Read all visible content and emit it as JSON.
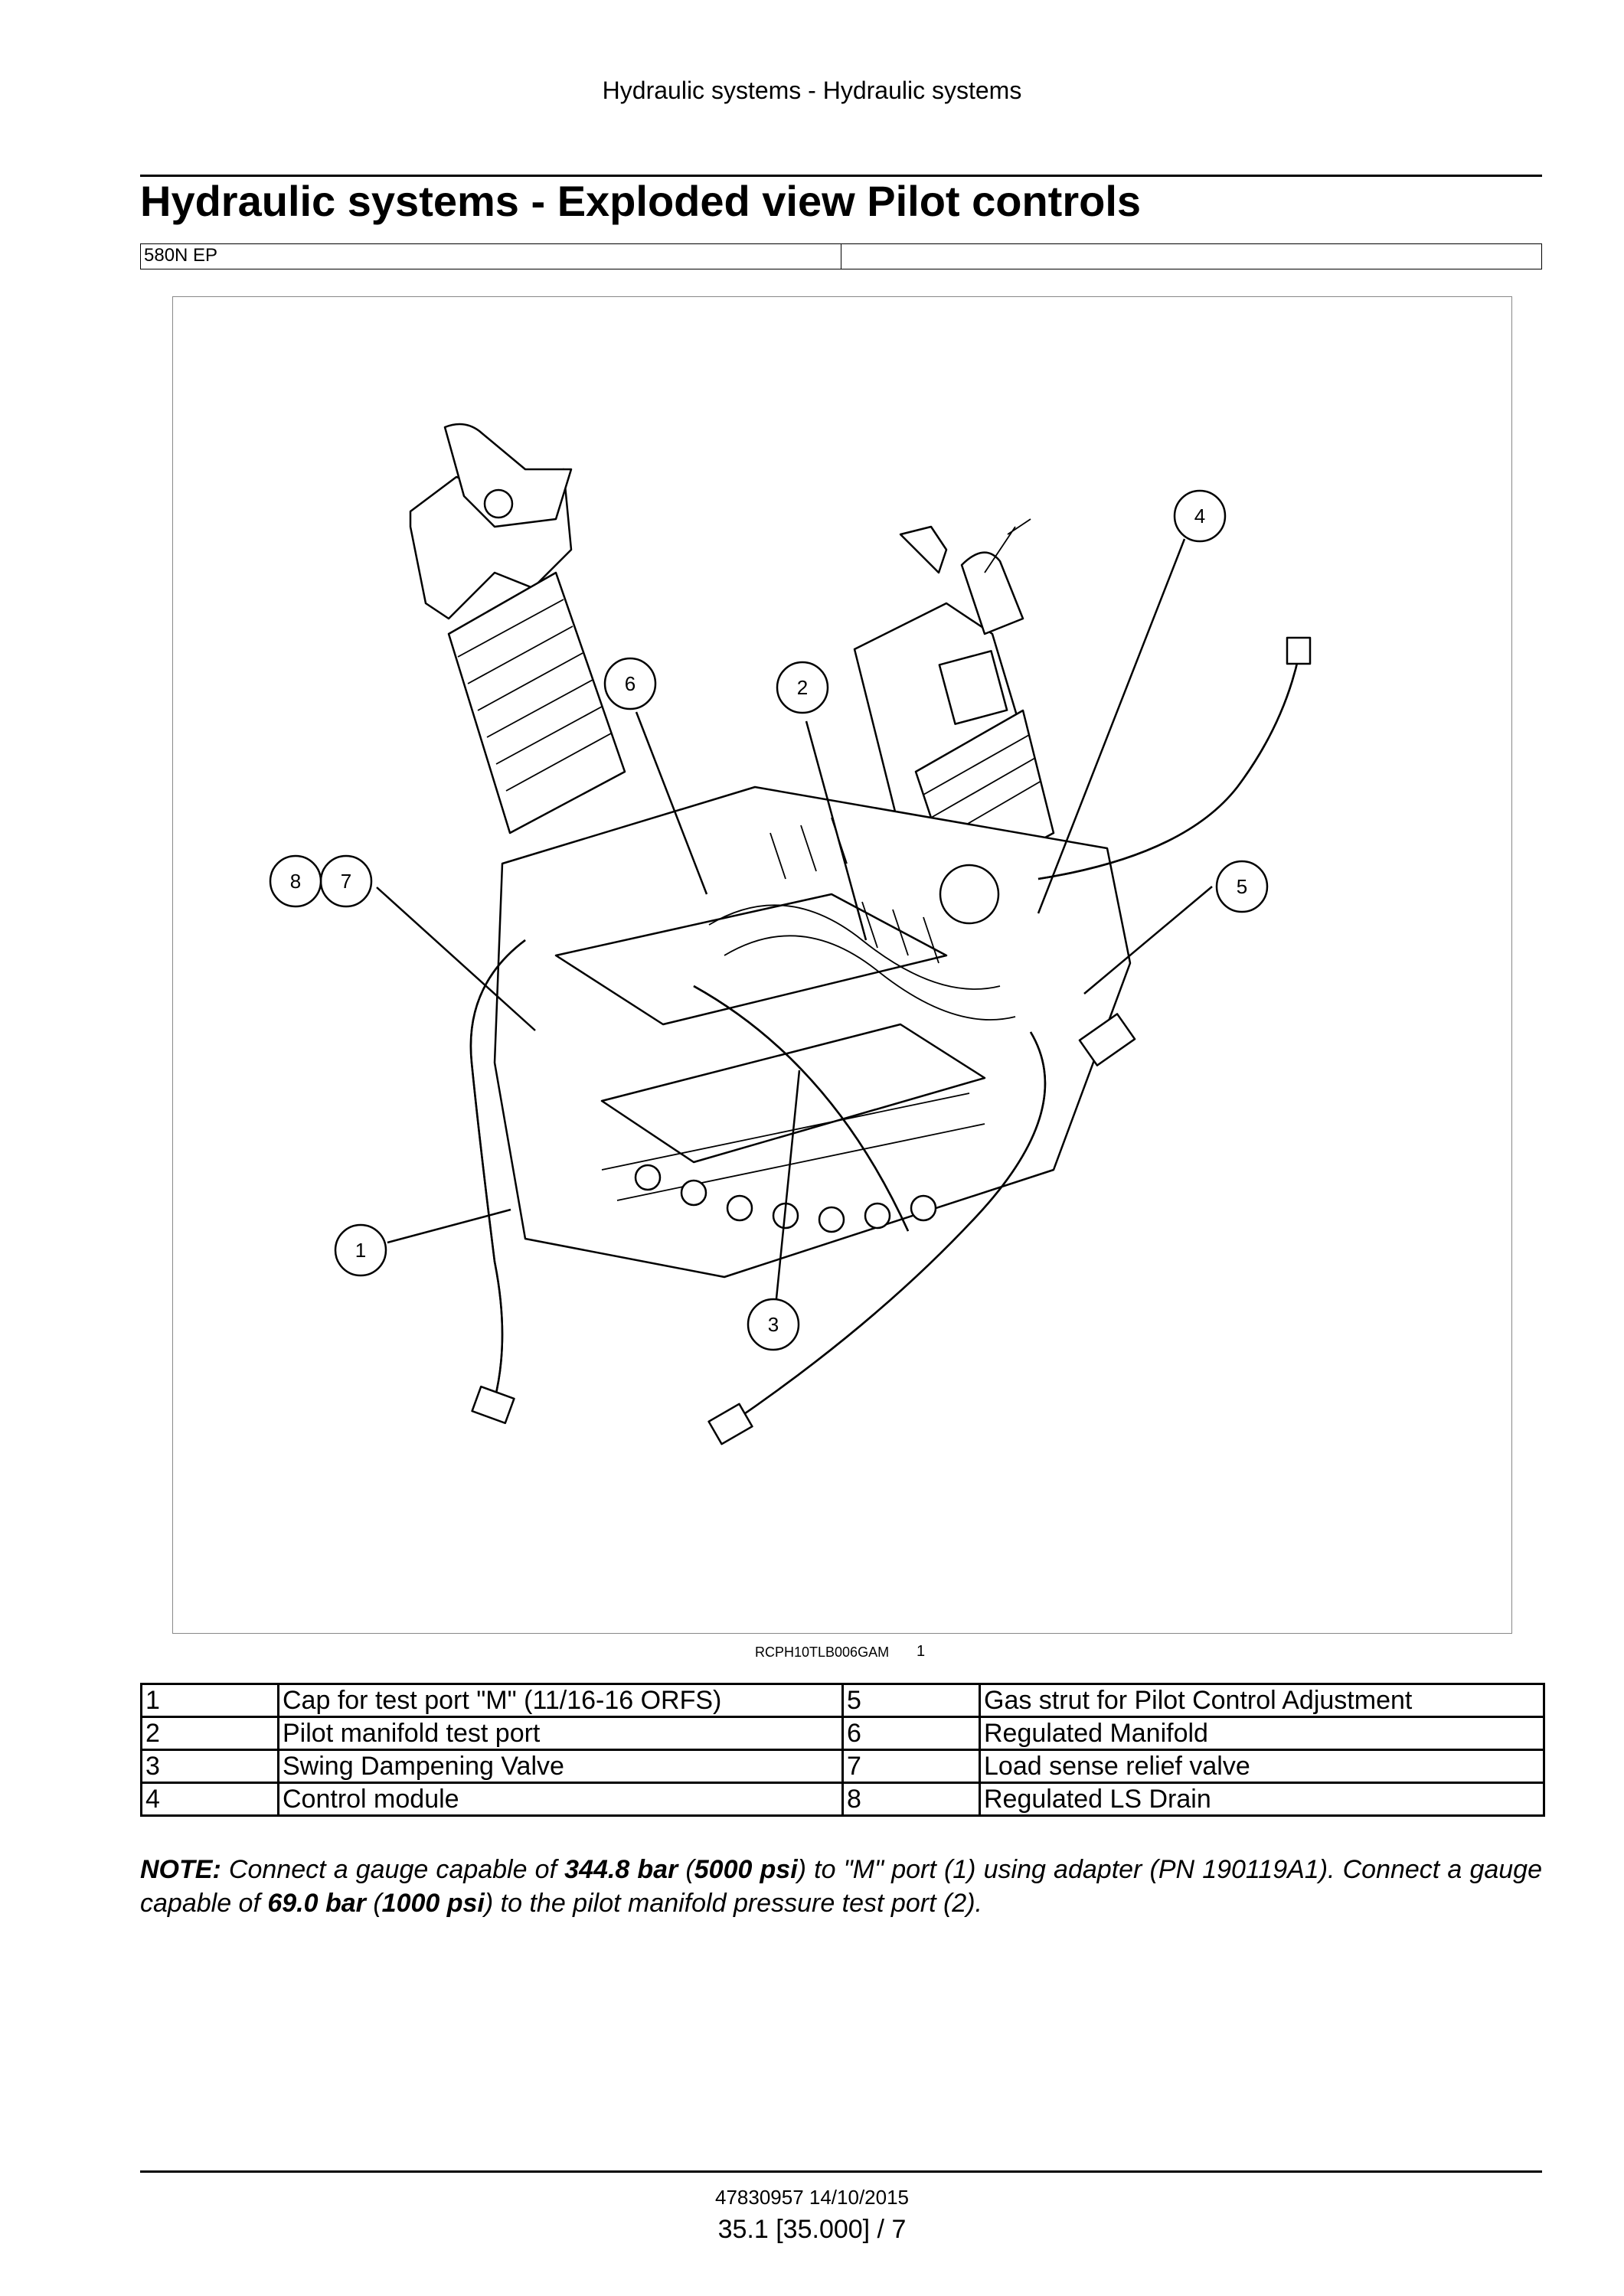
{
  "header": {
    "running_title": "Hydraulic systems - Hydraulic systems"
  },
  "title": "Hydraulic systems - Exploded view Pilot controls",
  "model_row": {
    "model": "580N EP",
    "right": ""
  },
  "figure": {
    "caption_code": "RCPH10TLB006GAM",
    "figure_number": "1",
    "callouts": [
      "1",
      "2",
      "3",
      "4",
      "5",
      "6",
      "7",
      "8"
    ]
  },
  "legend": [
    {
      "left_num": "1",
      "left_desc": "Cap for test port \"M\" (11/16-16 ORFS)",
      "right_num": "5",
      "right_desc": "Gas strut for Pilot Control Adjustment"
    },
    {
      "left_num": "2",
      "left_desc": "Pilot manifold test port",
      "right_num": "6",
      "right_desc": "Regulated Manifold"
    },
    {
      "left_num": "3",
      "left_desc": "Swing Dampening Valve",
      "right_num": "7",
      "right_desc": "Load sense relief valve"
    },
    {
      "left_num": "4",
      "left_desc": "Control module",
      "right_num": "8",
      "right_desc": "Regulated LS Drain"
    }
  ],
  "note": {
    "label": "NOTE:",
    "t1": " Connect a gauge capable of ",
    "b1": "344.8 bar",
    "t2": " (",
    "b2": "5000 psi",
    "t3": ") to \"M\" port (1) using adapter (PN 190119A1).  Connect a gauge capable of ",
    "b3": "69.0 bar",
    "t4": " (",
    "b4": "1000 psi",
    "t5": ") to the pilot manifold pressure test port (2)."
  },
  "footer": {
    "doc_code": "47830957 14/10/2015",
    "page": "35.1 [35.000] / 7"
  }
}
